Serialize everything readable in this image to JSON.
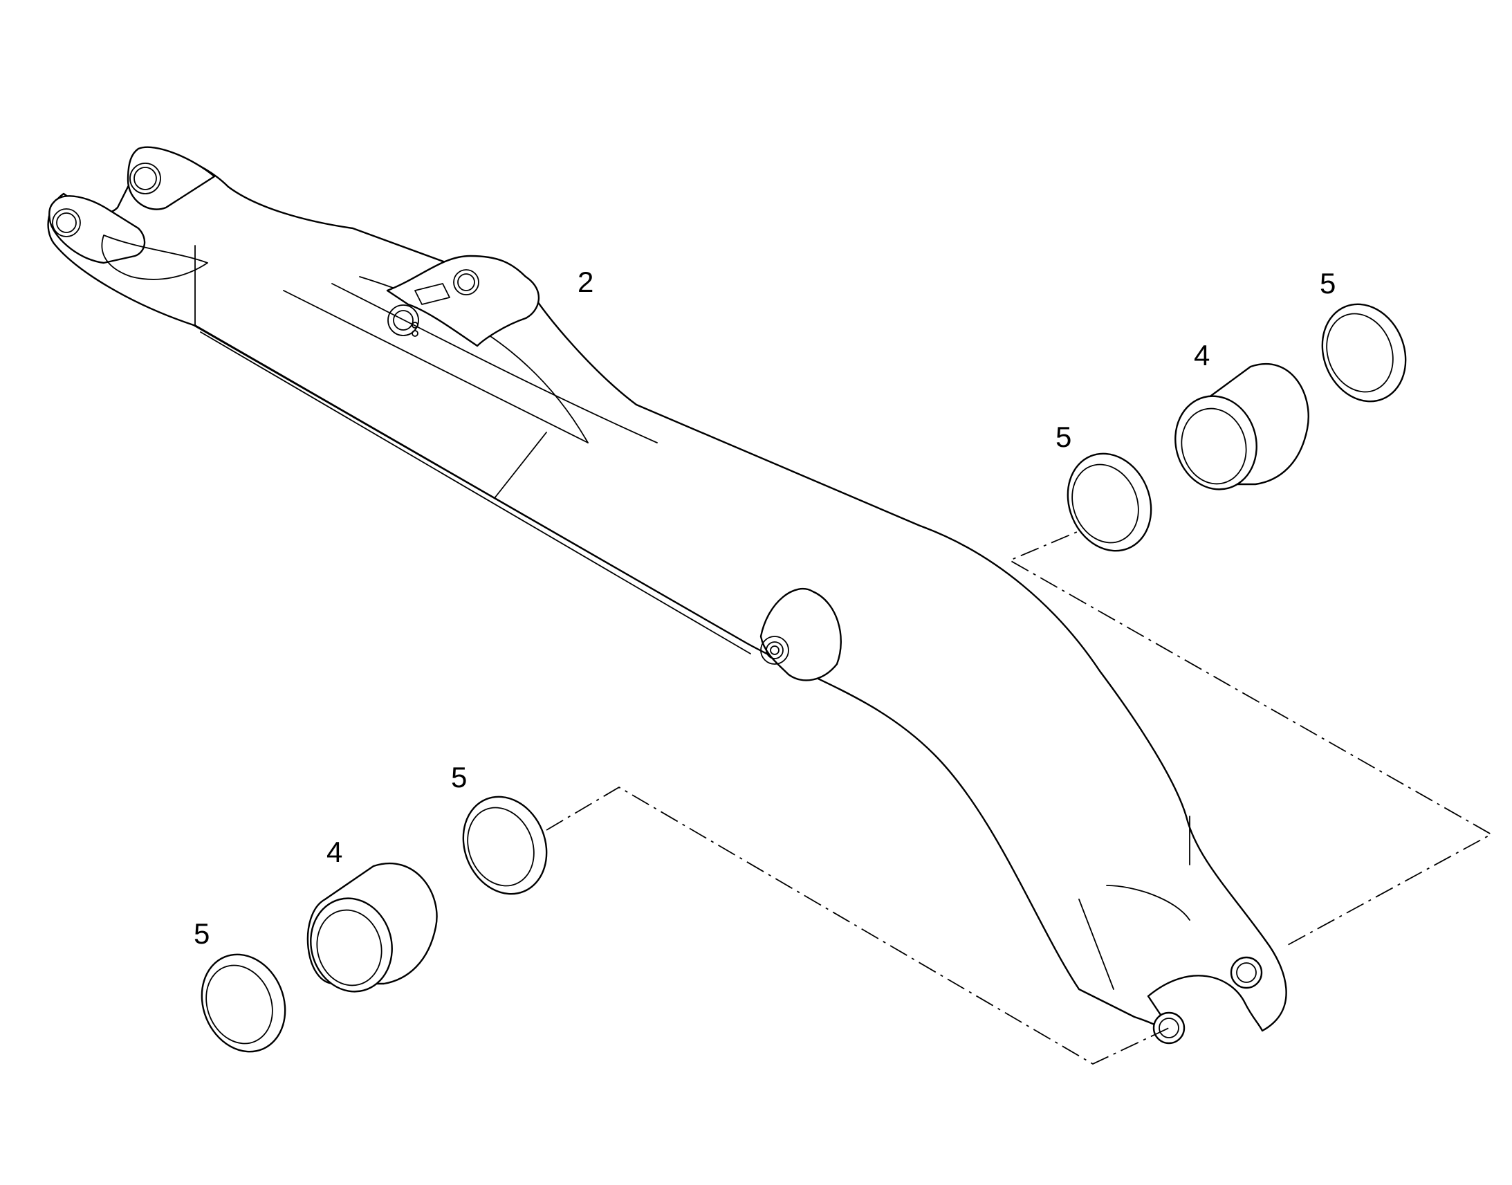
{
  "callouts": {
    "boom": "2",
    "bushing_lower": "4",
    "bushing_upper": "4",
    "spacer_lower_outer": "5",
    "spacer_lower_inner": "5",
    "spacer_upper_inner": "5",
    "spacer_upper_outer": "5"
  },
  "colors": {
    "line": "#000000",
    "background": "#ffffff"
  }
}
